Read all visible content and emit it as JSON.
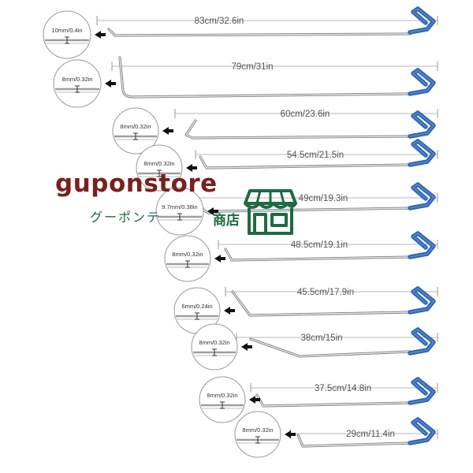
{
  "rods": [
    {
      "length": "83cm/32.6in",
      "diameter": "10mm/0.4in"
    },
    {
      "length": "79cm/31in",
      "diameter": "8mm/0.32in"
    },
    {
      "length": "60cm/23.6in",
      "diameter": "8mm/0.32in"
    },
    {
      "length": "54.5cm/21.5in",
      "diameter": "8mm/0.32in"
    },
    {
      "length": "49cm/19.3in",
      "diameter": "9.7mm/0.38in"
    },
    {
      "length": "48.5cm/19.1in",
      "diameter": "8mm/0.32in"
    },
    {
      "length": "45.5cm/17.9in",
      "diameter": "6mm/0.24in"
    },
    {
      "length": "38cm/15in",
      "diameter": "8mm/0.32in"
    },
    {
      "length": "37.5cm/14.8in",
      "diameter": "8mm/0.32in"
    },
    {
      "length": "29cm/11.4in",
      "diameter": "8mm/0.32in"
    }
  ],
  "brand": {
    "name": "guponstore",
    "kana": "グーポンテ",
    "shop": "商店"
  },
  "colors": {
    "handle": "#2f67b4",
    "rod": "#a9adb2",
    "brand": "#7a1f1f",
    "brand_green": "#1e6b43",
    "text": "#555555"
  },
  "icons": {
    "store": "store-icon",
    "arrow": "arrow-left-icon"
  }
}
